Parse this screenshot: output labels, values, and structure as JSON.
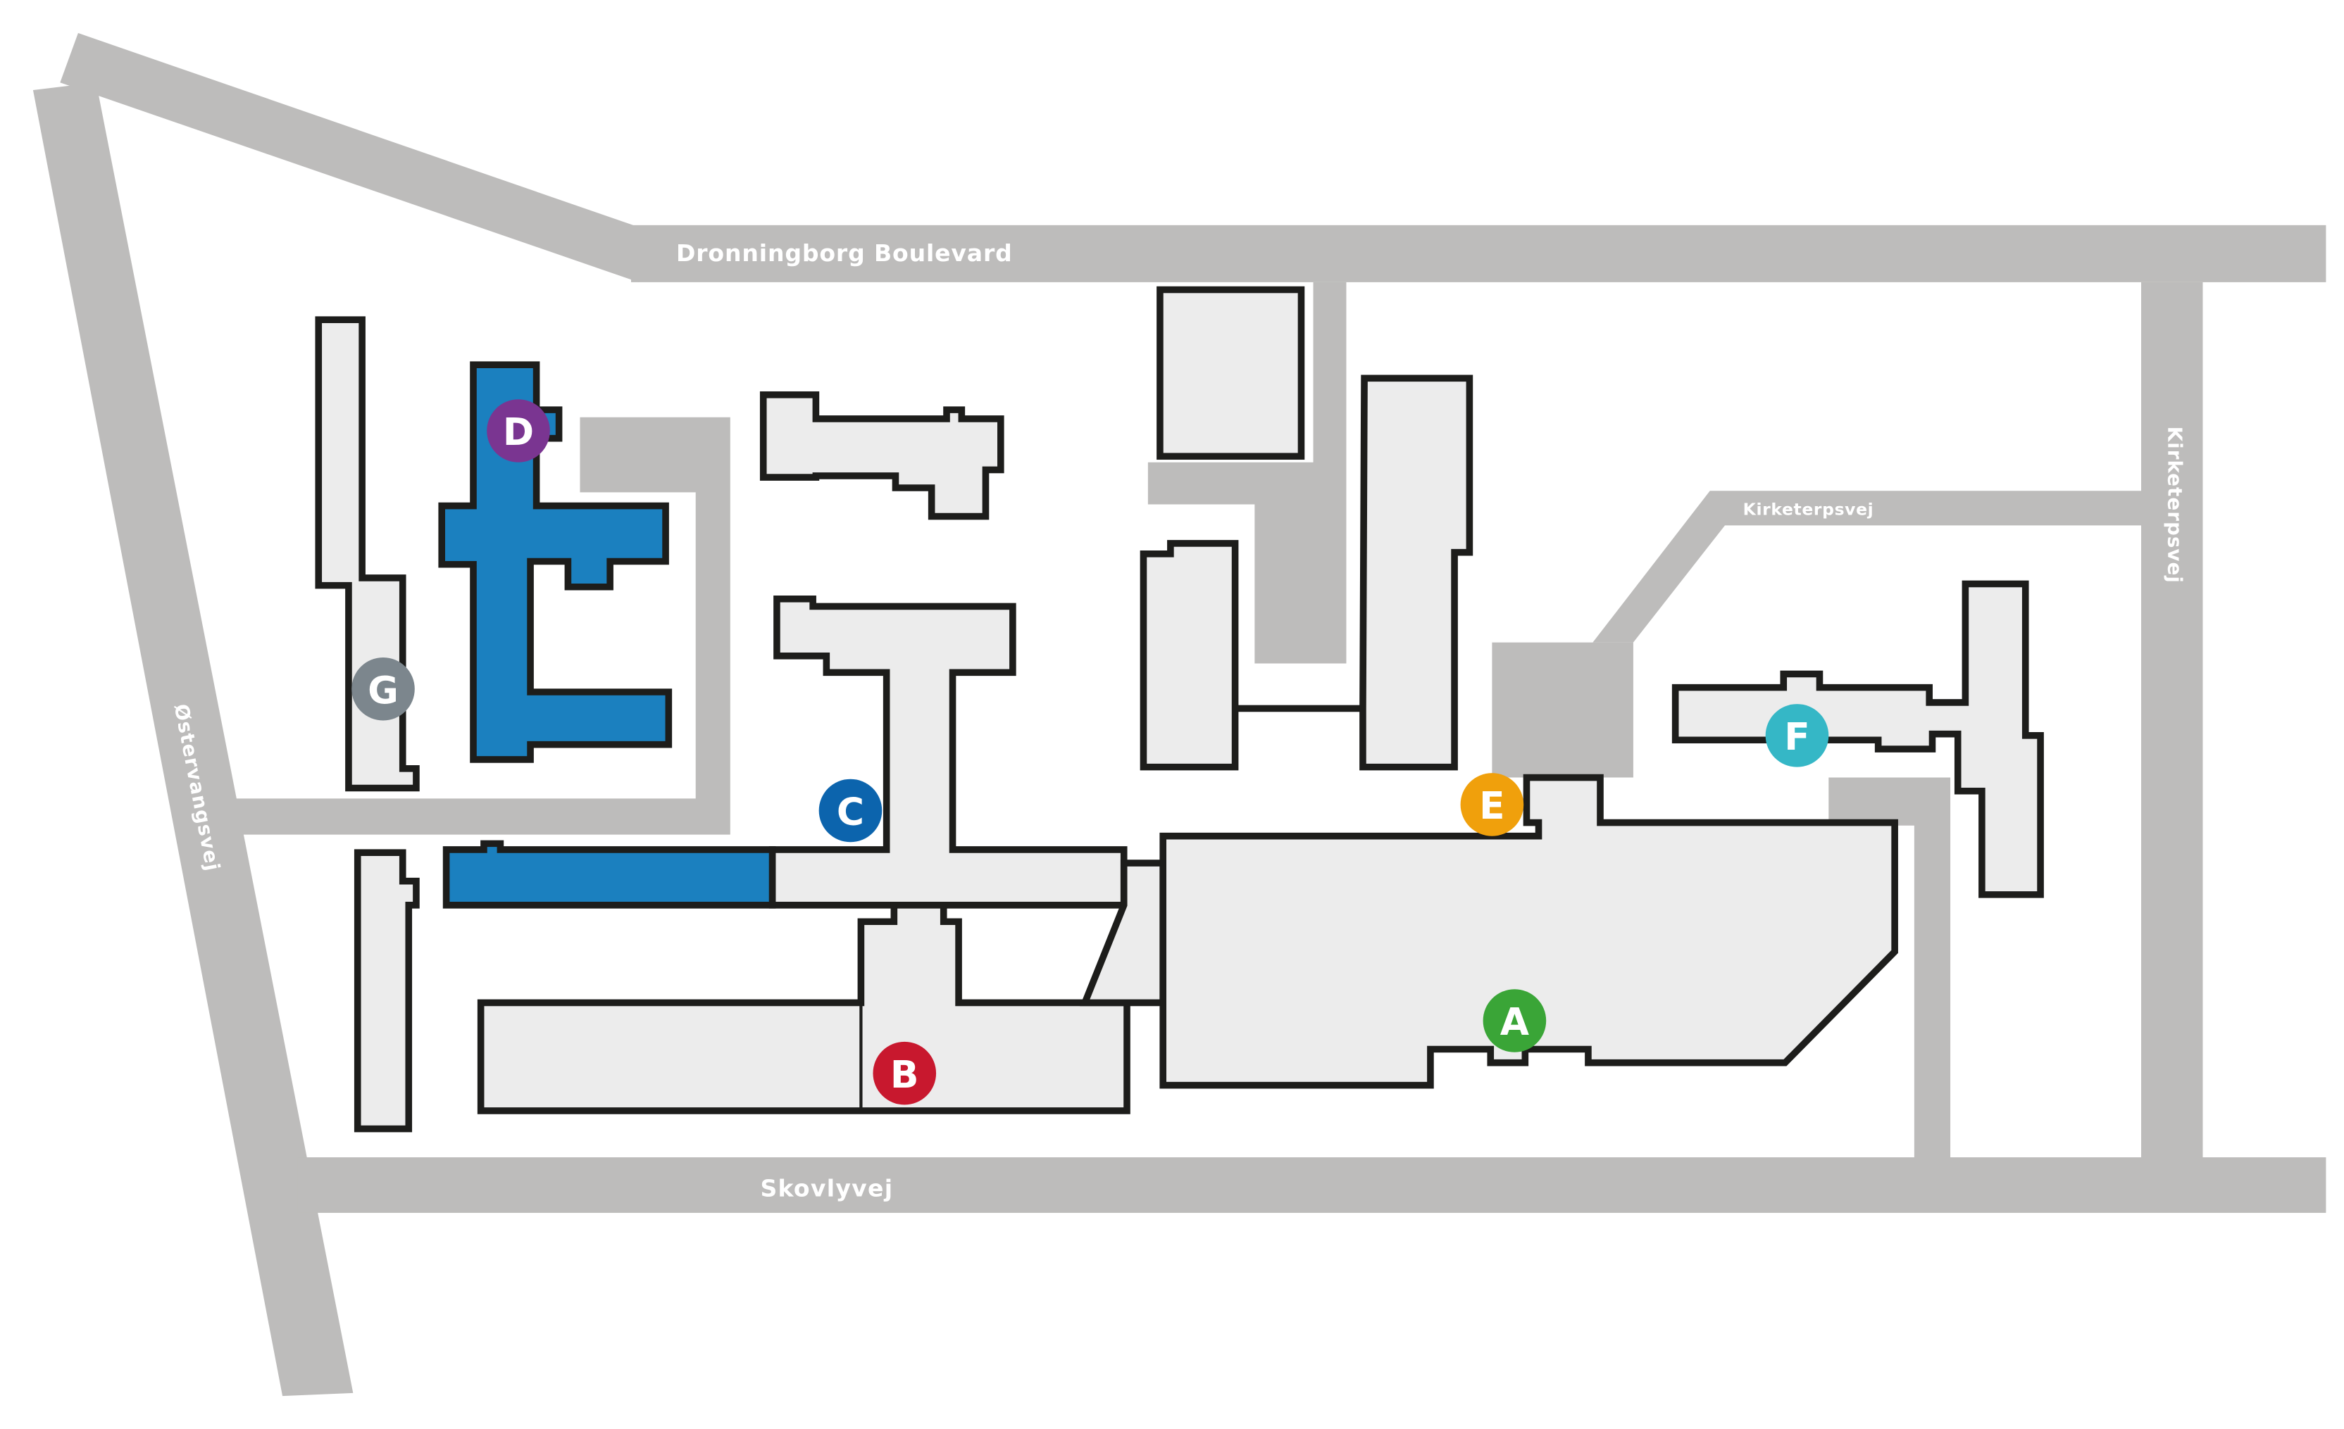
{
  "roads": {
    "north": "Dronningborg Boulevard",
    "south": "Skovlyvej",
    "west": "Østervangsvej",
    "east": "Kirketerpsvej",
    "inner": "Kirketerpsvej"
  },
  "markers": [
    {
      "id": "A",
      "letter": "A",
      "color": "#3aa537"
    },
    {
      "id": "B",
      "letter": "B",
      "color": "#c8182e"
    },
    {
      "id": "C",
      "letter": "C",
      "color": "#0c64ad"
    },
    {
      "id": "D",
      "letter": "D",
      "color": "#7a3591"
    },
    {
      "id": "E",
      "letter": "E",
      "color": "#f0a00c"
    },
    {
      "id": "F",
      "letter": "F",
      "color": "#35b7c6"
    },
    {
      "id": "G",
      "letter": "G",
      "color": "#7c868d"
    }
  ],
  "colors": {
    "road": "#bdbcbb",
    "building_fill": "#ececec",
    "building_outline": "#1d1d1b",
    "highlight_building": "#1b80bf"
  }
}
